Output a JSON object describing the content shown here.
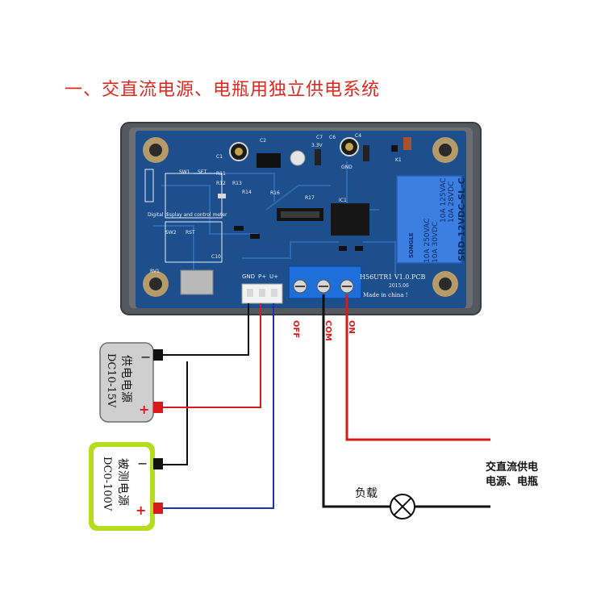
{
  "title": "一、交直流电源、电瓶用独立供电系统",
  "board": {
    "header_labels": [
      "GND",
      "P+",
      "U+"
    ],
    "model": "H56UTR1  V1.0.PCB",
    "date": "2015.06",
    "made_in": "Made in china !",
    "relay_brand": "SONGLE",
    "relay_ratings": [
      "10A 250VAC",
      "10A 125VAC",
      "10A 30VDC",
      "10A 28VDC"
    ],
    "relay_model": "SRD-12VDC-SL-C",
    "silk_small": "Digital display and control meter",
    "silk_labels": [
      "SW1",
      "SET",
      "SW2",
      "RST",
      "GND",
      "3.3V",
      "K1",
      "C1",
      "C2",
      "C4",
      "C6",
      "C7",
      "C10",
      "R11",
      "R12",
      "R13",
      "R14",
      "R16",
      "R17",
      "IC1",
      "RV1"
    ]
  },
  "terminals": {
    "off": "OFF",
    "com": "COM",
    "on": "ON"
  },
  "power_supply": {
    "label": "供电电源",
    "voltage": "DC10-15V",
    "minus": "−",
    "plus": "+"
  },
  "measured_supply": {
    "label": "被测电源",
    "voltage": "DC0-100V",
    "minus": "−",
    "plus": "+"
  },
  "ac_label_line1": "交直流供电",
  "ac_label_line2": "电源、电瓶",
  "load_label": "负载",
  "colors": {
    "title": "#e0281f",
    "wire_black": "#111111",
    "wire_red": "#d81a1a",
    "wire_blue": "#1f2fb8",
    "pcb": "#1c4f8c",
    "terminal": "#1e6fd9",
    "relay": "#3d7fe0",
    "measured_border": "#b5dc1e",
    "supply_box": "#cfcfcf"
  }
}
